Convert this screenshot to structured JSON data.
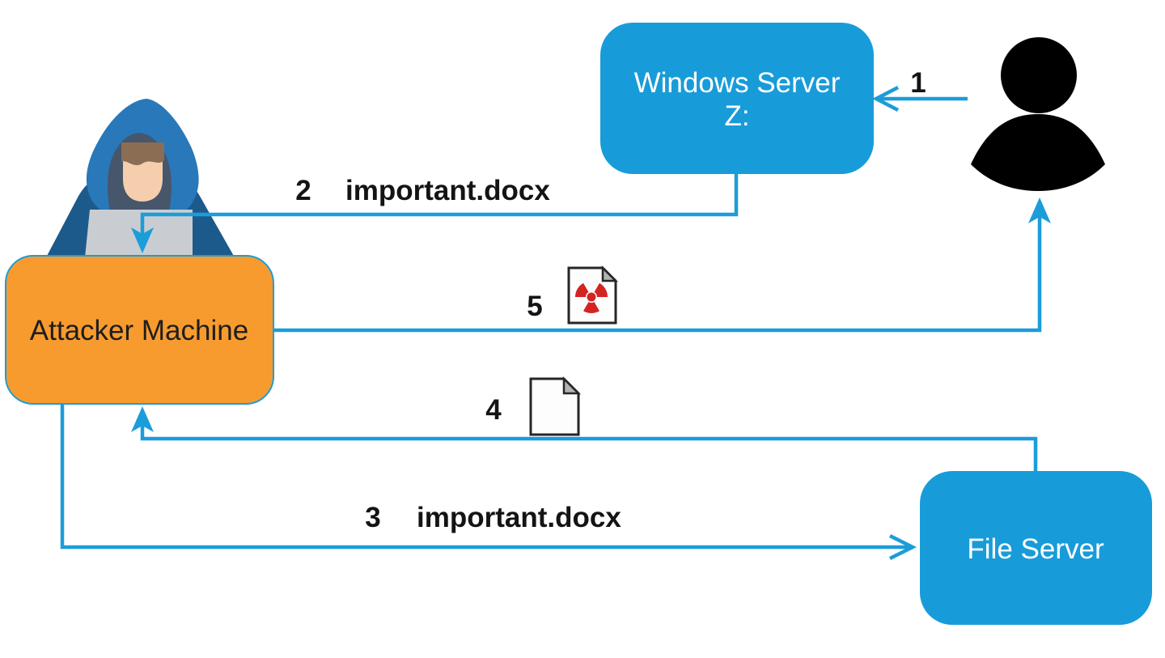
{
  "colors": {
    "flow_blue": "#1b9dd9",
    "node_blue": "#189cd9",
    "node_orange": "#f89b2e",
    "node_orange_border": "#1b9dd9",
    "text_white": "#ffffff",
    "text_dark": "#1e1e1e",
    "hazard_red": "#d42323",
    "attacker_hood_blue": "#2878ba",
    "attacker_inner_hood": "#47566b",
    "attacker_body_blue": "#1d5a8c",
    "attacker_hair_brown": "#8b6d53",
    "attacker_skin": "#f5cfad",
    "attacker_laptop_grey": "#c9cdd2",
    "doc_fold_grey": "#b3b3b3",
    "doc_outline": "#262626"
  },
  "nodes": {
    "windows_server": {
      "line1": "Windows Server",
      "line2": "Z:"
    },
    "attacker_machine": {
      "label": "Attacker Machine"
    },
    "file_server": {
      "label": "File Server"
    }
  },
  "actors": {
    "user": {
      "icon": "user-silhouette-icon"
    },
    "attacker": {
      "icon": "hooded-attacker-icon"
    }
  },
  "flows": {
    "step1": {
      "number": "1",
      "from": "user",
      "to": "windows_server"
    },
    "step2": {
      "number": "2",
      "file": "important.docx",
      "from": "windows_server",
      "to": "attacker_machine"
    },
    "step3": {
      "number": "3",
      "file": "important.docx",
      "from": "attacker_machine",
      "to": "file_server"
    },
    "step4": {
      "number": "4",
      "icon": "blank-document-icon",
      "from": "file_server",
      "to": "attacker_machine"
    },
    "step5": {
      "number": "5",
      "icon": "radioactive-document-icon",
      "from": "attacker_machine",
      "to": "user"
    }
  }
}
